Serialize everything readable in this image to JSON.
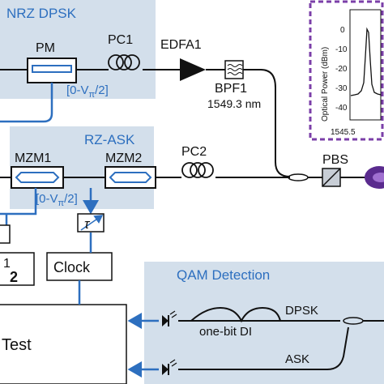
{
  "blocks": {
    "nrz_dpsk": "NRZ DPSK",
    "rz_ask": "RZ-ASK",
    "qam_detection": "QAM Detection"
  },
  "components": {
    "pm": "PM",
    "pc1": "PC1",
    "pc2": "PC2",
    "edfa1": "EDFA1",
    "bpf1": "BPF1",
    "bpf1_wavelength": "1549.3 nm",
    "pbs": "PBS",
    "mzm1": "MZM1",
    "mzm2": "MZM2",
    "clock": "Clock",
    "tau": "τ",
    "test": "Test",
    "one_bit_di": "one-bit DI",
    "dpsk": "DPSK",
    "ask": "ASK",
    "partial_digits": "1\n2"
  },
  "bias": {
    "pm_bias_prefix": "[0-V",
    "pm_bias_sub": "π",
    "pm_bias_suffix": "/2]",
    "mzm_bias_prefix": "[0-V",
    "mzm_bias_sub": "π",
    "mzm_bias_suffix": "/2]"
  },
  "inset": {
    "ylabel": "Optical Power (dBm)",
    "yticks": [
      "0",
      "-10",
      "-20",
      "-30",
      "-40"
    ],
    "xtick_first": "1545.5",
    "border_color": "#7b3fa8"
  },
  "colors": {
    "block_fill": "#d3dfeb",
    "accent_blue": "#2d6fbf",
    "line": "#111111"
  }
}
